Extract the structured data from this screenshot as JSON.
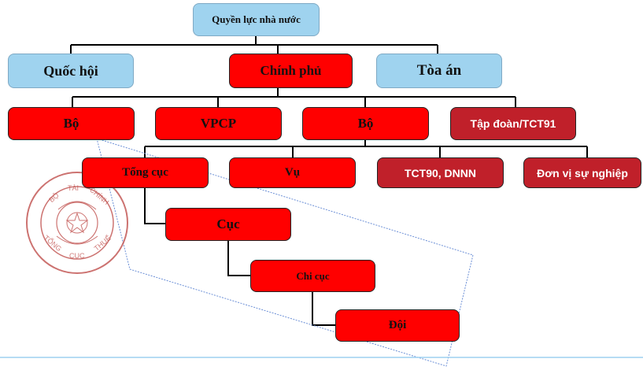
{
  "title": "Quyền lực nhà nước",
  "level1": [
    "Quốc hội",
    "Chính phủ",
    "Tòa án"
  ],
  "level2": [
    "Bộ",
    "VPCP",
    "Bộ",
    "Tập đoàn/TCT91"
  ],
  "level3": [
    "Tổng cục",
    "Vụ",
    "TCT90, DNNN",
    "Đơn vị sự nghiệp"
  ],
  "chain": [
    "Cục",
    "Chi cục",
    "Đội"
  ],
  "seal": {
    "text": "BỘ TÀI CHÍNH · TỔNG CỤC THUẾ",
    "color": "#c0504d"
  },
  "colors": {
    "blue": "#9fd3ef",
    "red": "#ff0000",
    "dark_red": "#c0202a"
  }
}
